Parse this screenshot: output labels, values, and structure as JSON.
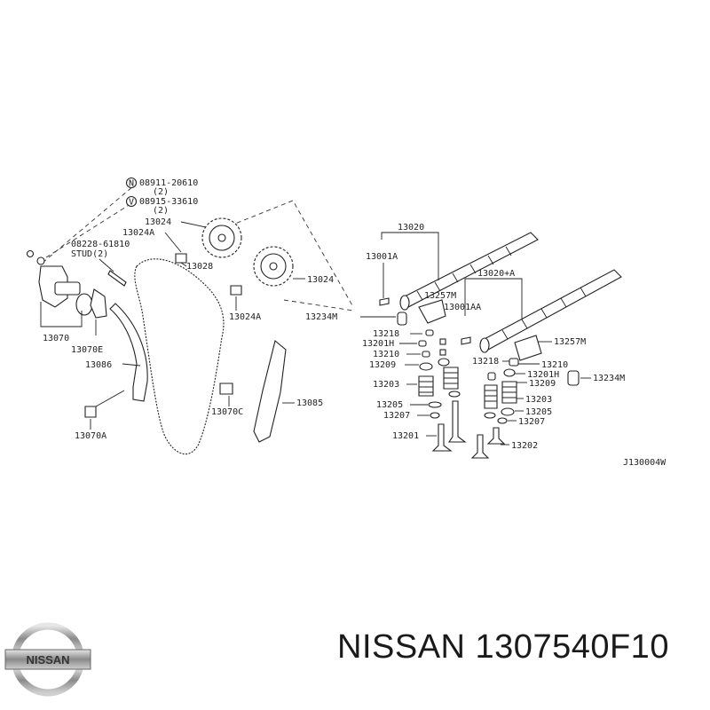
{
  "diagram": {
    "code": "J130004W",
    "callouts": {
      "n_bolt": "08911-20610",
      "n_qty": "(2)",
      "v_bolt": "08915-33610",
      "v_qty": "(2)",
      "sprocket_a": "13024",
      "sprocket_b": "13024",
      "sprocket_bolt_a": "13024A",
      "sprocket_bolt_b": "13024A",
      "stud_part": "08228-61810",
      "stud_label": "STUD(2)",
      "stud_pin": "13028",
      "tensioner": "13070",
      "tensioner_gasket": "13070E",
      "tensioner_bolt": "13070A",
      "guide_bolt": "13070C",
      "slack_guide": "13086",
      "chain_guide": "13085",
      "camshaft": "13020",
      "camshaft_bolt": "13001A",
      "camshaft_b": "13020+A",
      "camshaft_b_bolt": "13001AA",
      "bracket_a": "13257M",
      "bracket_b": "13257M",
      "lifter_a": "13234M",
      "lifter_b": "13234M",
      "collet_a": "13218",
      "collet_b": "13218",
      "shim_a": "13201H",
      "shim_b": "13201H",
      "retainer_a": "13210",
      "retainer_b": "13210",
      "seat_a": "13209",
      "seat_b": "13209",
      "spring_a": "13203",
      "spring_b": "13203",
      "seal_a": "13205",
      "seal_b": "13205",
      "washer_a": "13207",
      "washer_b": "13207",
      "valve_in": "13201",
      "valve_ex": "13202",
      "n_symbol": "N",
      "v_symbol": "V"
    }
  },
  "brand": {
    "logo_text": "NISSAN",
    "title": "NISSAN 1307540F10"
  }
}
